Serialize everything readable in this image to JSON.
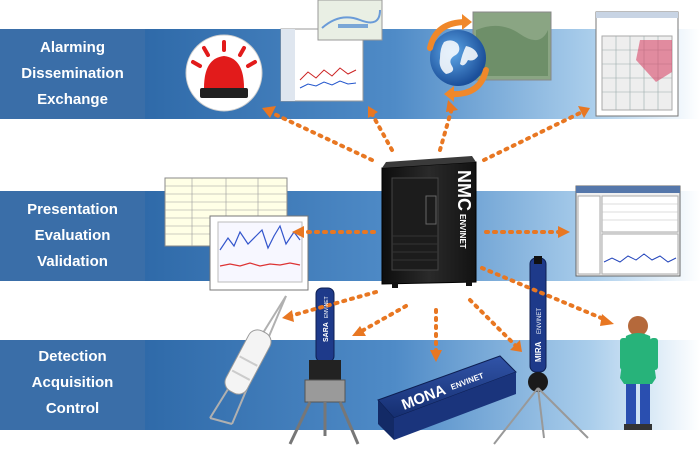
{
  "bands": [
    {
      "lines": [
        "Alarming",
        "Dissemination",
        "Exchange"
      ]
    },
    {
      "lines": [
        "Presentation",
        "Evaluation",
        "Validation"
      ]
    },
    {
      "lines": [
        "Detection",
        "Acquisition",
        "Control"
      ]
    }
  ],
  "server": {
    "brand": "NMC",
    "sub": "ENVINET"
  },
  "mona": {
    "brand": "MONA",
    "sub": "ENVINET"
  },
  "sara": {
    "brand": "SARA",
    "sub": "ENVINET"
  },
  "mira": {
    "brand": "MIRA",
    "sub": "ENVINET"
  },
  "colors": {
    "band_label": "#3a6ea8",
    "arrow": "#e87722",
    "server": "#1a1a1a",
    "mona": "#1f3f8f"
  },
  "icons": [
    "alarm-beacon-icon",
    "globe-exchange-icon",
    "server-rack-icon",
    "person-icon"
  ]
}
